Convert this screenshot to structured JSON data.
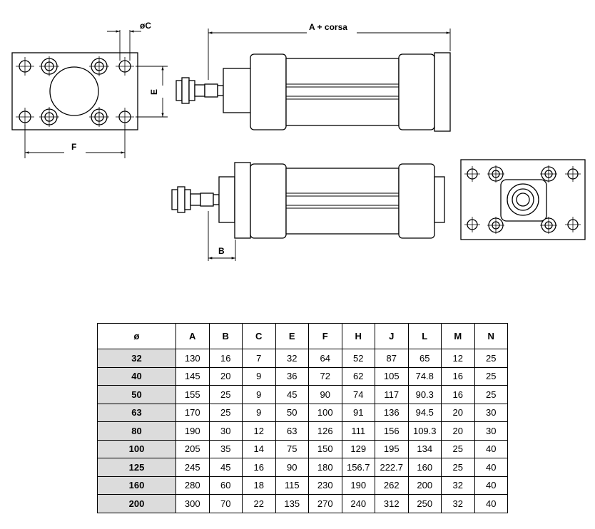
{
  "labels": {
    "dia_c": "øC",
    "a_corsa": "A + corsa",
    "e": "E",
    "f": "F",
    "b": "B"
  },
  "table": {
    "headers": [
      "ø",
      "A",
      "B",
      "C",
      "E",
      "F",
      "H",
      "J",
      "L",
      "M",
      "N"
    ],
    "rows": [
      [
        "32",
        "130",
        "16",
        "7",
        "32",
        "64",
        "52",
        "87",
        "65",
        "12",
        "25"
      ],
      [
        "40",
        "145",
        "20",
        "9",
        "36",
        "72",
        "62",
        "105",
        "74.8",
        "16",
        "25"
      ],
      [
        "50",
        "155",
        "25",
        "9",
        "45",
        "90",
        "74",
        "117",
        "90.3",
        "16",
        "25"
      ],
      [
        "63",
        "170",
        "25",
        "9",
        "50",
        "100",
        "91",
        "136",
        "94.5",
        "20",
        "30"
      ],
      [
        "80",
        "190",
        "30",
        "12",
        "63",
        "126",
        "111",
        "156",
        "109.3",
        "20",
        "30"
      ],
      [
        "100",
        "205",
        "35",
        "14",
        "75",
        "150",
        "129",
        "195",
        "134",
        "25",
        "40"
      ],
      [
        "125",
        "245",
        "45",
        "16",
        "90",
        "180",
        "156.7",
        "222.7",
        "160",
        "25",
        "40"
      ],
      [
        "160",
        "280",
        "60",
        "18",
        "115",
        "230",
        "190",
        "262",
        "200",
        "32",
        "40"
      ],
      [
        "200",
        "300",
        "70",
        "22",
        "135",
        "270",
        "240",
        "312",
        "250",
        "32",
        "40"
      ]
    ]
  }
}
